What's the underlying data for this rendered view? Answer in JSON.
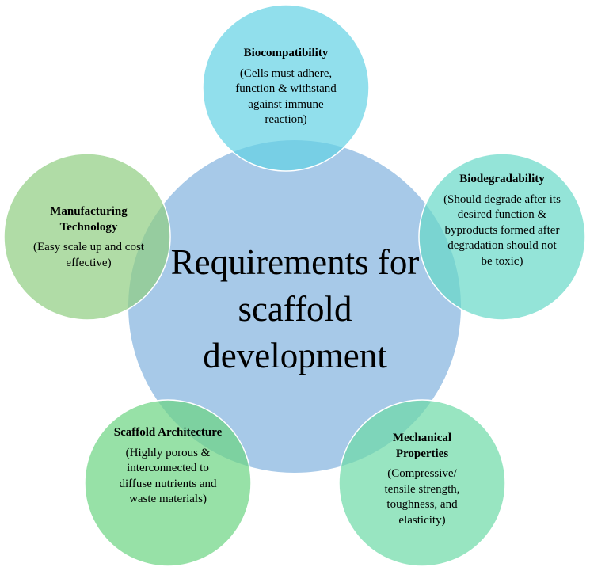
{
  "center": {
    "label": "Requirements for scaffold development",
    "color": "#9dc3e6"
  },
  "nodes": [
    {
      "id": "biocompatibility",
      "title": "Biocompatibility",
      "description": "(Cells must adhere, function & withstand against immune reaction)",
      "color": "#63d2e4"
    },
    {
      "id": "biodegradability",
      "title": "Biodegradability",
      "description": "(Should degrade after its desired function & byproducts formed after degradation should not be toxic)",
      "color": "#66d9c8"
    },
    {
      "id": "mechanical-properties",
      "title": "Mechanical Properties",
      "description": "(Compressive/ tensile strength, toughness, and elasticity)",
      "color": "#6cdaa7"
    },
    {
      "id": "scaffold-architecture",
      "title": "Scaffold Architecture",
      "description": "(Highly porous & interconnected to diffuse nutrients and waste materials)",
      "color": "#6bd482"
    },
    {
      "id": "manufacturing-technology",
      "title": "Manufacturing Technology",
      "description": "(Easy scale up and cost effective)",
      "color": "#8fcd80"
    }
  ]
}
